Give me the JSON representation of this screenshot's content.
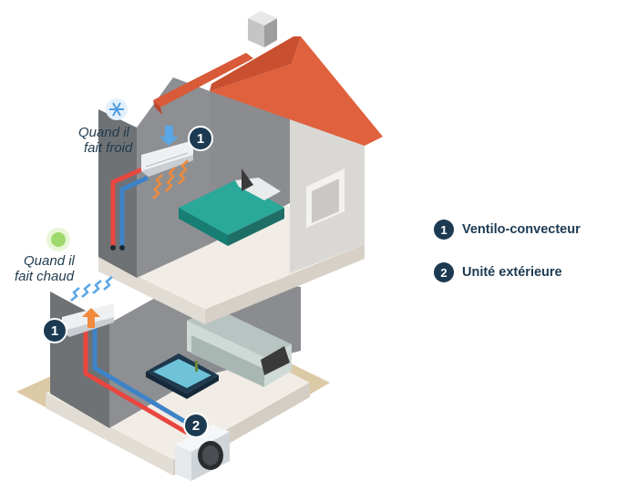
{
  "annotations": {
    "cold_line1": "Quand il",
    "cold_line2": "fait froid",
    "hot_line1": "Quand il",
    "hot_line2": "fait chaud"
  },
  "badges": [
    "1",
    "1",
    "2"
  ],
  "legend": [
    {
      "num": "1",
      "label": "Ventilo-convecteur"
    },
    {
      "num": "2",
      "label": "Unité extérieure"
    }
  ],
  "colors": {
    "roof": "#e0613e",
    "badge": "#1c3a52",
    "hot_pipe": "#e8463f",
    "cold_pipe": "#3d83c8",
    "bed": "#2aa89a",
    "cold_icon": "#4f9be0",
    "hot_icon": "#9fd86b"
  },
  "icons": {
    "cold": "snowflake-icon",
    "hot": "sun-icon"
  }
}
